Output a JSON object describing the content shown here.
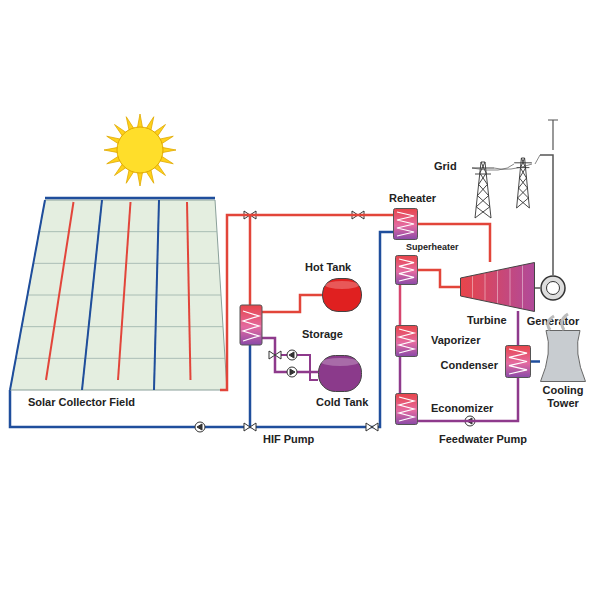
{
  "diagram": {
    "nodes": [
      {
        "text": [
          "Solar Collector Field"
        ]
      },
      {
        "text": [
          "Hot Tank"
        ]
      },
      {
        "text": [
          "Cold Tank"
        ]
      },
      {
        "text": [
          "Reheater"
        ]
      },
      {
        "text": [
          "Superheater"
        ]
      },
      {
        "text": [
          "Vaporizer"
        ]
      },
      {
        "text": [
          "Economizer"
        ]
      },
      {
        "text": [
          "Turbine"
        ]
      },
      {
        "text": [
          "Generator"
        ]
      },
      {
        "text": [
          "Grid"
        ]
      },
      {
        "text": [
          "Condenser"
        ]
      },
      {
        "text": [
          "Cooling Tower"
        ]
      }
    ],
    "edges": [
      {
        "from": 0,
        "to": 3,
        "arrow": "none"
      },
      {
        "from": 3,
        "to": 7,
        "arrow": "none"
      },
      {
        "from": 4,
        "to": 7,
        "arrow": "none"
      },
      {
        "from": 6,
        "to": 5,
        "arrow": "none"
      },
      {
        "from": 5,
        "to": 4,
        "arrow": "none"
      },
      {
        "from": 7,
        "to": 8,
        "arrow": "none"
      },
      {
        "from": 8,
        "to": 9,
        "arrow": "none"
      },
      {
        "from": 7,
        "to": 10,
        "arrow": "none"
      },
      {
        "from": 10,
        "to": 6,
        "arrow": "none"
      },
      {
        "from": 10,
        "to": 11,
        "arrow": "none"
      }
    ],
    "labels": [
      "Storage",
      "HIF Pump",
      "Feedwater Pump"
    ]
  }
}
